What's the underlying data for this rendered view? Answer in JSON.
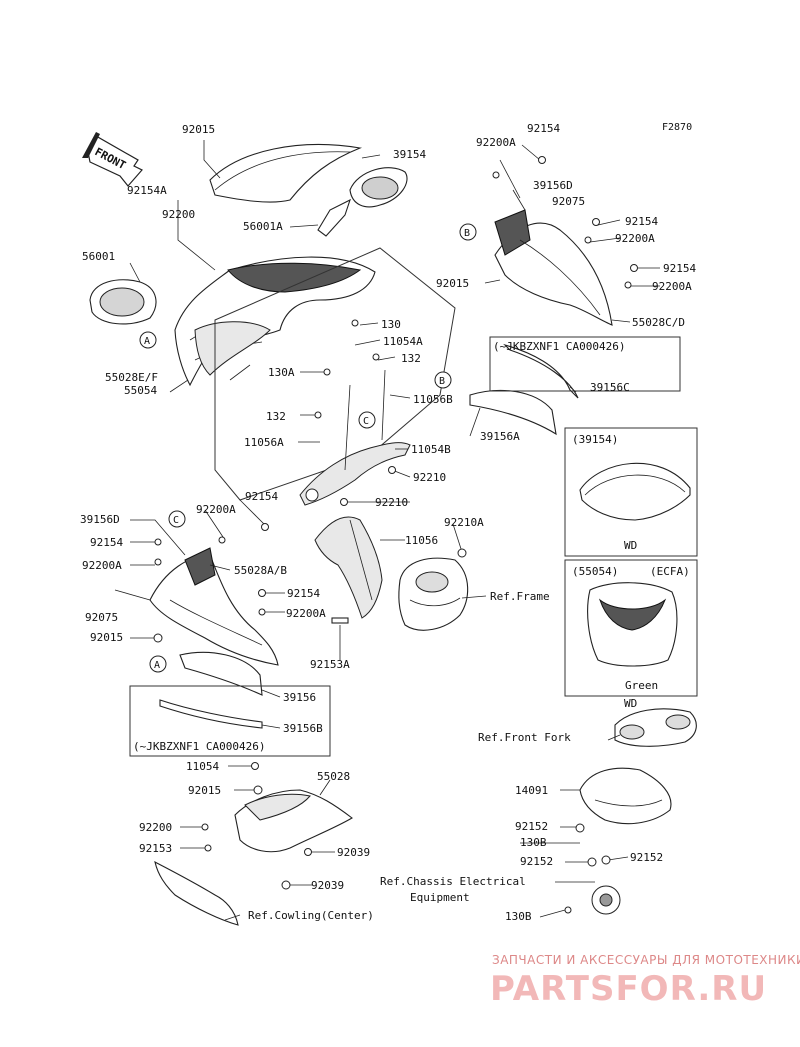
{
  "figure_code": "F2870",
  "front_label": "FRONT",
  "labels": {
    "p92015_top": "92015",
    "p39154": "39154",
    "p92154A": "92154A",
    "p92200": "92200",
    "p56001A": "56001A",
    "p56001": "56001",
    "p55028EF": "55028E/F",
    "p55054": "55054",
    "p92200A_tr": "92200A",
    "p92154_tr": "92154",
    "p39156D_tr": "39156D",
    "p92075_tr": "92075",
    "p92154_r2": "92154",
    "p92200A_r2": "92200A",
    "p92154_r3": "92154",
    "p92200A_r3": "92200A",
    "p92015_mid": "92015",
    "p55028CD": "55028C/D",
    "p130_1": "130",
    "p11054A": "11054A",
    "p132_1": "132",
    "p130A": "130A",
    "p132_2": "132",
    "p11056B": "11056B",
    "p11056A": "11056A",
    "p11054B": "11054B",
    "p92210_1": "92210",
    "p92210_2": "92210",
    "jkbz_top": "(~JKBZXNF1 CA000426)",
    "p39156C": "39156C",
    "p39156A": "39156A",
    "inset1_title": "(39154)",
    "inset1_caption": "WD",
    "inset2_title": "(55054)",
    "inset2_ecfa": "(ECFA)",
    "inset2_green": "Green",
    "inset2_caption": "WD",
    "p39156D_l": "39156D",
    "p92200A_l": "92200A",
    "p92154_l1": "92154",
    "p92154_l2": "92154",
    "p92200A_l2": "92200A",
    "p55028AB": "55028A/B",
    "p92075_l": "92075",
    "p92154_l3": "92154",
    "p92200A_l3": "92200A",
    "p92015_l": "92015",
    "p92210A": "92210A",
    "p11056": "11056",
    "ref_frame": "Ref.Frame",
    "p92153A": "92153A",
    "p39156": "39156",
    "p39156B": "39156B",
    "jkbz_bottom": "(~JKBZXNF1 CA000426)",
    "ref_front_fork": "Ref.Front Fork",
    "p11054": "11054",
    "p55028": "55028",
    "p92015_b": "92015",
    "p14091": "14091",
    "p92200_b": "92200",
    "p92153": "92153",
    "p92039_1": "92039",
    "p92039_2": "92039",
    "p92152_1": "92152",
    "p130B_1": "130B",
    "p92152_2": "92152",
    "p92152_3": "92152",
    "ref_chassis_1": "Ref.Chassis Electrical",
    "ref_chassis_2": "Equipment",
    "ref_cowling": "Ref.Cowling(Center)",
    "p130B_2": "130B"
  },
  "callouts": {
    "A": "A",
    "B": "B",
    "C": "C"
  },
  "watermark": {
    "line1": "ЗАПЧАСТИ И АКСЕССУАРЫ ДЛЯ МОТОТЕХНИКИ",
    "line2": "PARTSFOR.RU"
  }
}
